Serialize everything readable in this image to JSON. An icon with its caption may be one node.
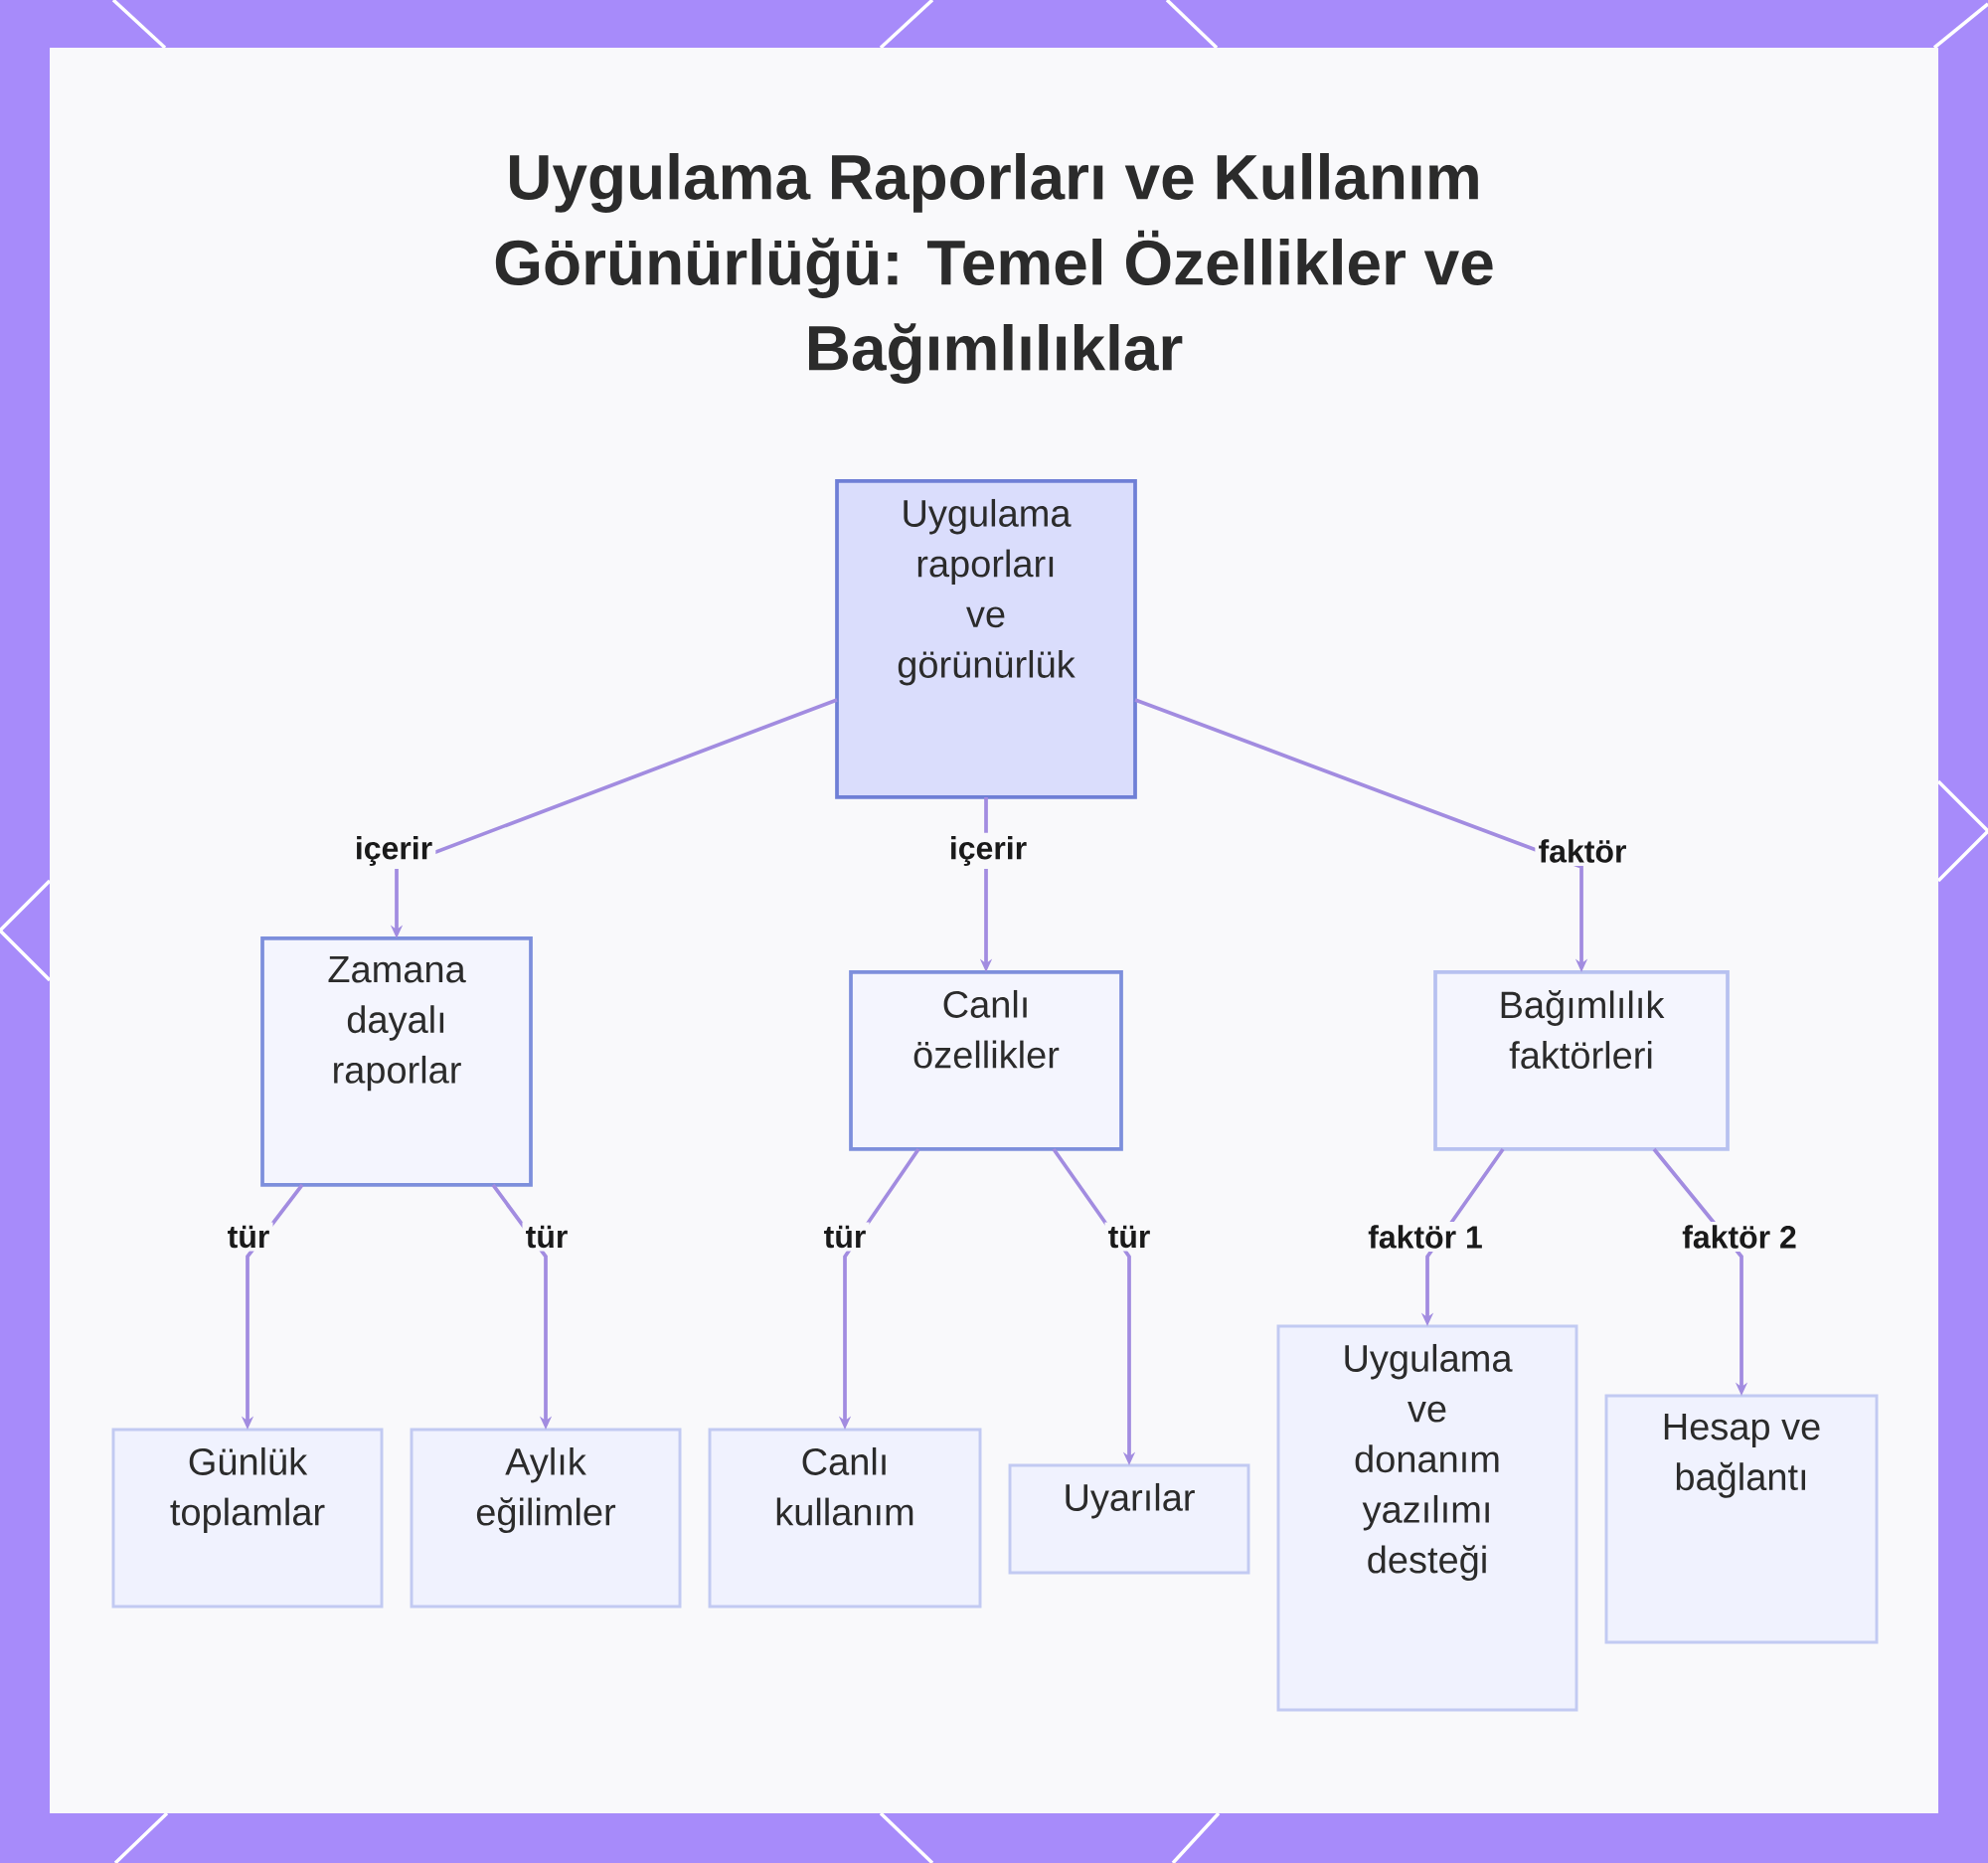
{
  "diagram": {
    "title": "Uygulama Raporları ve Kullanım Görünürlüğü: Temel Özellikler ve Bağımlılıklar",
    "nodes": [
      {
        "text": [
          "Uygulama raporları ve görünürlük"
        ]
      },
      {
        "text": [
          "Zamana dayalı raporlar"
        ]
      },
      {
        "text": [
          "Canlı özellikler"
        ]
      },
      {
        "text": [
          "Bağımlılık faktörleri"
        ]
      },
      {
        "text": [
          "Günlük toplamlar"
        ]
      },
      {
        "text": [
          "Aylık eğilimler"
        ]
      },
      {
        "text": [
          "Canlı kullanım"
        ]
      },
      {
        "text": [
          "Uyarılar"
        ]
      },
      {
        "text": [
          "Uygulama ve donanım yazılımı desteği"
        ]
      },
      {
        "text": [
          "Hesap ve bağlantı"
        ]
      }
    ],
    "edges": [
      {
        "from": 0,
        "to": 1,
        "arrow": "to",
        "label": "içerir"
      },
      {
        "from": 0,
        "to": 2,
        "arrow": "to",
        "label": "içerir"
      },
      {
        "from": 0,
        "to": 3,
        "arrow": "to",
        "label": "faktör"
      },
      {
        "from": 1,
        "to": 4,
        "arrow": "to",
        "label": "tür"
      },
      {
        "from": 1,
        "to": 5,
        "arrow": "to",
        "label": "tür"
      },
      {
        "from": 2,
        "to": 6,
        "arrow": "to",
        "label": "tür"
      },
      {
        "from": 2,
        "to": 7,
        "arrow": "to",
        "label": "tür"
      },
      {
        "from": 3,
        "to": 8,
        "arrow": "to",
        "label": "faktör 1"
      },
      {
        "from": 3,
        "to": 9,
        "arrow": "to",
        "label": "faktör 2"
      }
    ]
  }
}
